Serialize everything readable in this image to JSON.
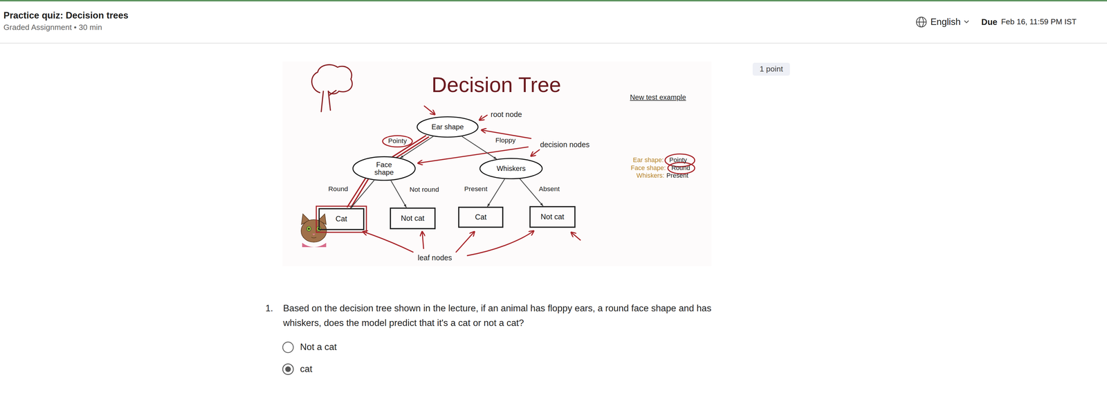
{
  "diagram": {
    "title": "Decision Tree",
    "nodes": [
      {
        "text": [
          "1 point"
        ]
      },
      {
        "text": [
          "Ear shape"
        ]
      },
      {
        "text": [
          "Face shape"
        ]
      },
      {
        "text": [
          "Whiskers"
        ]
      },
      {
        "text": [
          "Cat"
        ]
      },
      {
        "text": [
          "Not cat"
        ]
      },
      {
        "text": [
          "Cat"
        ]
      },
      {
        "text": [
          "Not cat"
        ]
      }
    ],
    "edges": [
      {
        "from": 1,
        "to": 2,
        "label": "Pointy",
        "arrow": "to"
      },
      {
        "from": 1,
        "to": 3,
        "label": "Floppy",
        "arrow": "to"
      },
      {
        "from": 2,
        "to": 4,
        "label": "Round",
        "arrow": "to"
      },
      {
        "from": 2,
        "to": 5,
        "label": "Not round",
        "arrow": "to"
      },
      {
        "from": 3,
        "to": 6,
        "label": "Present",
        "arrow": "to"
      },
      {
        "from": 3,
        "to": 7,
        "label": "Absent",
        "arrow": "to"
      }
    ],
    "labels": [
      "Practice quiz: Decision trees",
      "Graded Assignment • 30 min",
      "English",
      "Due",
      "Feb 16, 11:59 PM IST",
      "root node",
      "decision nodes",
      "leaf nodes",
      "New test example",
      "Ear shape:",
      "Pointy",
      "Face shape:",
      "Round",
      "Whiskers:",
      "Present",
      "1.",
      "Based on the decision tree shown in the lecture, if an animal has floppy ears, a round face shape and has whiskers, does the model predict that it's a cat or not a cat?",
      "Not a cat",
      "cat"
    ]
  }
}
